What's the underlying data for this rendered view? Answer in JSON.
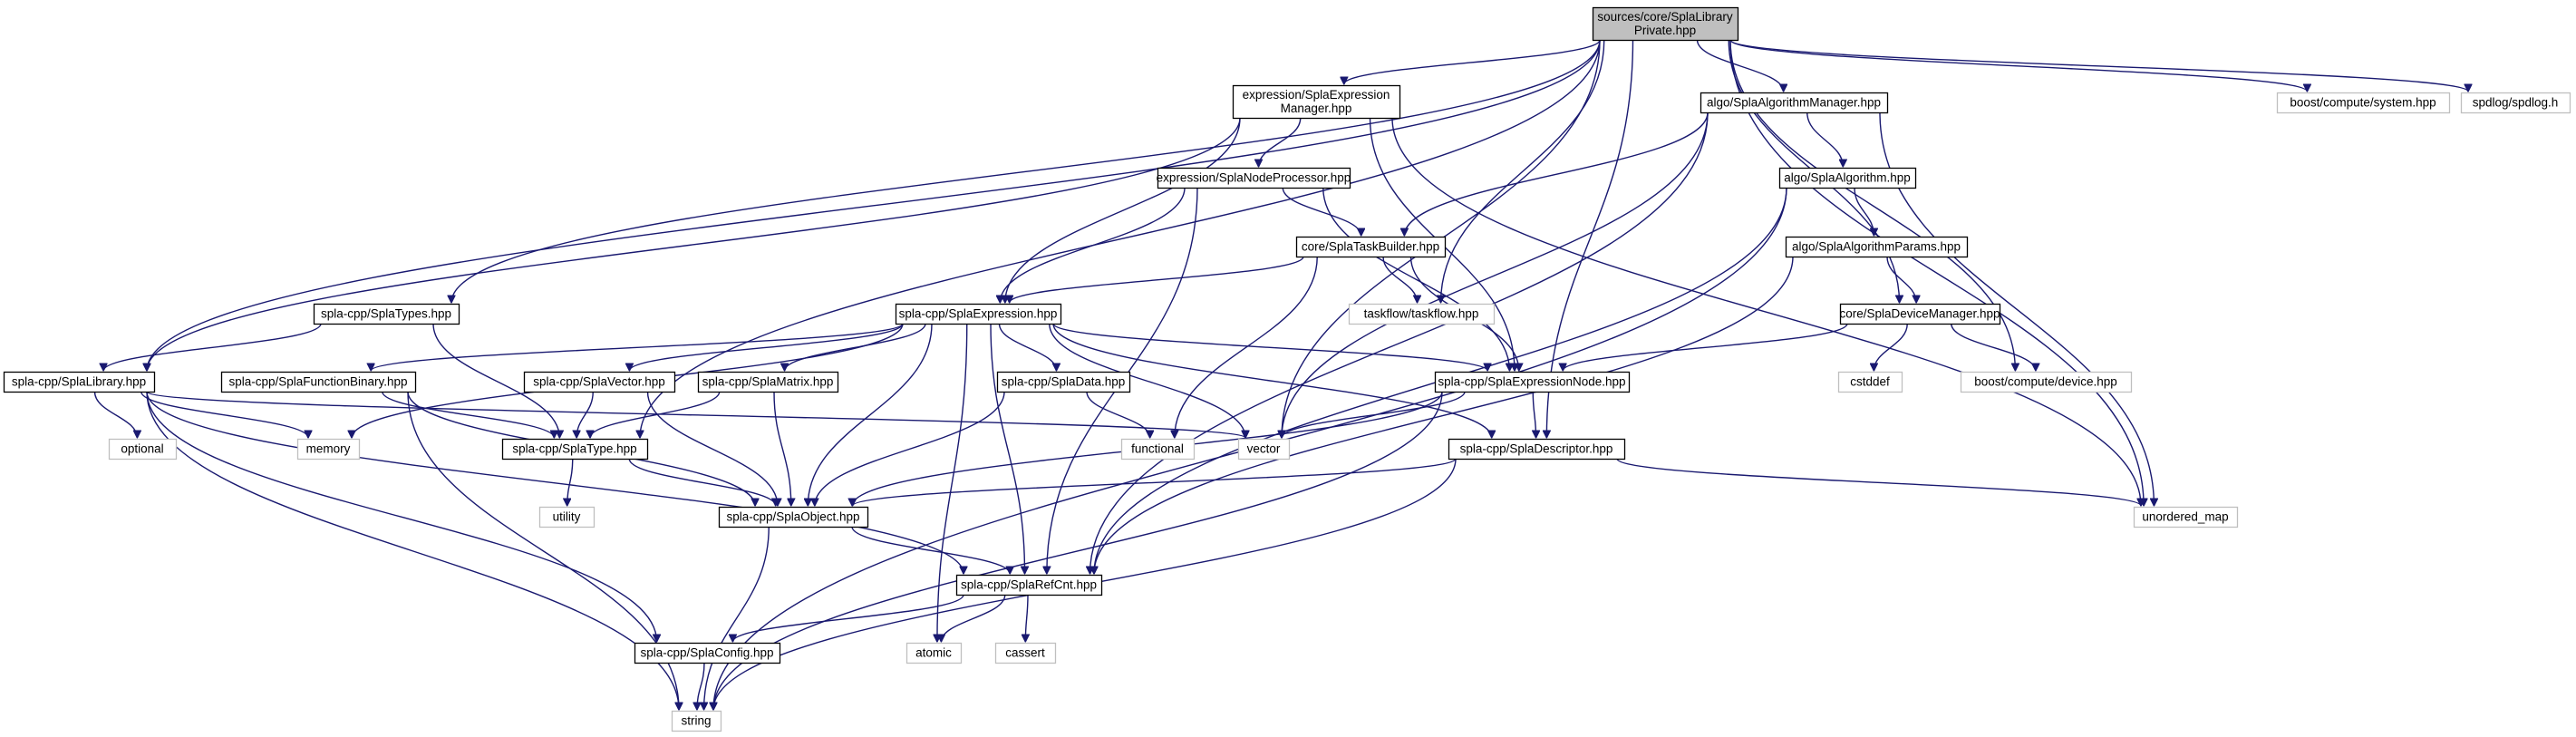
{
  "colors": {
    "edge": "#191970",
    "root_fill": "#bfbfbf",
    "internal_border": "#000000",
    "external_border": "#bfbfbf",
    "background": "#ffffff"
  },
  "nodes": [
    {
      "id": "root",
      "lines": [
        "sources/core/SplaLibrary",
        "Private.hpp"
      ],
      "kind": "root"
    },
    {
      "id": "exprmgr",
      "lines": [
        "expression/SplaExpression",
        "Manager.hpp"
      ],
      "kind": "internal"
    },
    {
      "id": "algomgr",
      "lines": [
        "algo/SplaAlgorithmManager.hpp"
      ],
      "kind": "internal"
    },
    {
      "id": "boostsys",
      "lines": [
        "boost/compute/system.hpp"
      ],
      "kind": "external"
    },
    {
      "id": "spdlog",
      "lines": [
        "spdlog/spdlog.h"
      ],
      "kind": "external"
    },
    {
      "id": "nodeproc",
      "lines": [
        "expression/SplaNodeProcessor.hpp"
      ],
      "kind": "internal"
    },
    {
      "id": "algo",
      "lines": [
        "algo/SplaAlgorithm.hpp"
      ],
      "kind": "internal"
    },
    {
      "id": "taskbuilder",
      "lines": [
        "core/SplaTaskBuilder.hpp"
      ],
      "kind": "internal"
    },
    {
      "id": "algoparams",
      "lines": [
        "algo/SplaAlgorithmParams.hpp"
      ],
      "kind": "internal"
    },
    {
      "id": "types",
      "lines": [
        "spla-cpp/SplaTypes.hpp"
      ],
      "kind": "internal"
    },
    {
      "id": "expression",
      "lines": [
        "spla-cpp/SplaExpression.hpp"
      ],
      "kind": "internal"
    },
    {
      "id": "taskflow",
      "lines": [
        "taskflow/taskflow.hpp"
      ],
      "kind": "external"
    },
    {
      "id": "devmgr",
      "lines": [
        "core/SplaDeviceManager.hpp"
      ],
      "kind": "internal"
    },
    {
      "id": "library",
      "lines": [
        "spla-cpp/SplaLibrary.hpp"
      ],
      "kind": "internal"
    },
    {
      "id": "funcbin",
      "lines": [
        "spla-cpp/SplaFunctionBinary.hpp"
      ],
      "kind": "internal"
    },
    {
      "id": "vectorh",
      "lines": [
        "spla-cpp/SplaVector.hpp"
      ],
      "kind": "internal"
    },
    {
      "id": "matrix",
      "lines": [
        "spla-cpp/SplaMatrix.hpp"
      ],
      "kind": "internal"
    },
    {
      "id": "datah",
      "lines": [
        "spla-cpp/SplaData.hpp"
      ],
      "kind": "internal"
    },
    {
      "id": "exprnode",
      "lines": [
        "spla-cpp/SplaExpressionNode.hpp"
      ],
      "kind": "internal"
    },
    {
      "id": "cstddef",
      "lines": [
        "cstddef"
      ],
      "kind": "external"
    },
    {
      "id": "boostdev",
      "lines": [
        "boost/compute/device.hpp"
      ],
      "kind": "external"
    },
    {
      "id": "optional",
      "lines": [
        "optional"
      ],
      "kind": "external"
    },
    {
      "id": "memory",
      "lines": [
        "memory"
      ],
      "kind": "external"
    },
    {
      "id": "typeh",
      "lines": [
        "spla-cpp/SplaType.hpp"
      ],
      "kind": "internal"
    },
    {
      "id": "functional",
      "lines": [
        "functional"
      ],
      "kind": "external"
    },
    {
      "id": "vector",
      "lines": [
        "vector"
      ],
      "kind": "external"
    },
    {
      "id": "descriptor",
      "lines": [
        "spla-cpp/SplaDescriptor.hpp"
      ],
      "kind": "internal"
    },
    {
      "id": "utility",
      "lines": [
        "utility"
      ],
      "kind": "external"
    },
    {
      "id": "object",
      "lines": [
        "spla-cpp/SplaObject.hpp"
      ],
      "kind": "internal"
    },
    {
      "id": "umap",
      "lines": [
        "unordered_map"
      ],
      "kind": "external"
    },
    {
      "id": "refcnt",
      "lines": [
        "spla-cpp/SplaRefCnt.hpp"
      ],
      "kind": "internal"
    },
    {
      "id": "atomic",
      "lines": [
        "atomic"
      ],
      "kind": "external"
    },
    {
      "id": "cassert",
      "lines": [
        "cassert"
      ],
      "kind": "external"
    },
    {
      "id": "config",
      "lines": [
        "spla-cpp/SplaConfig.hpp"
      ],
      "kind": "internal"
    },
    {
      "id": "string",
      "lines": [
        "string"
      ],
      "kind": "external"
    }
  ],
  "edges": [
    [
      "root",
      "exprmgr"
    ],
    [
      "root",
      "algomgr"
    ],
    [
      "root",
      "boostsys"
    ],
    [
      "root",
      "spdlog"
    ],
    [
      "root",
      "library"
    ],
    [
      "root",
      "types"
    ],
    [
      "root",
      "typeh"
    ],
    [
      "root",
      "vector"
    ],
    [
      "root",
      "taskflow"
    ],
    [
      "root",
      "devmgr"
    ],
    [
      "root",
      "descriptor"
    ],
    [
      "root",
      "boostdev"
    ],
    [
      "root",
      "umap"
    ],
    [
      "exprmgr",
      "nodeproc"
    ],
    [
      "exprmgr",
      "expression"
    ],
    [
      "exprmgr",
      "library"
    ],
    [
      "exprmgr",
      "exprnode"
    ],
    [
      "exprmgr",
      "umap"
    ],
    [
      "algomgr",
      "algo"
    ],
    [
      "algomgr",
      "taskbuilder"
    ],
    [
      "algomgr",
      "vector"
    ],
    [
      "algomgr",
      "refcnt"
    ],
    [
      "algomgr",
      "umap"
    ],
    [
      "nodeproc",
      "taskbuilder"
    ],
    [
      "nodeproc",
      "expression"
    ],
    [
      "nodeproc",
      "exprnode"
    ],
    [
      "nodeproc",
      "refcnt"
    ],
    [
      "algo",
      "algoparams"
    ],
    [
      "algo",
      "refcnt"
    ],
    [
      "algo",
      "string"
    ],
    [
      "taskbuilder",
      "expression"
    ],
    [
      "taskbuilder",
      "taskflow"
    ],
    [
      "taskbuilder",
      "functional"
    ],
    [
      "taskbuilder",
      "exprnode"
    ],
    [
      "algoparams",
      "devmgr"
    ],
    [
      "algoparams",
      "refcnt"
    ],
    [
      "devmgr",
      "exprnode"
    ],
    [
      "devmgr",
      "cstddef"
    ],
    [
      "devmgr",
      "boostdev"
    ],
    [
      "types",
      "library"
    ],
    [
      "types",
      "typeh"
    ],
    [
      "expression",
      "funcbin"
    ],
    [
      "expression",
      "vectorh"
    ],
    [
      "expression",
      "matrix"
    ],
    [
      "expression",
      "datah"
    ],
    [
      "expression",
      "exprnode"
    ],
    [
      "expression",
      "vector"
    ],
    [
      "expression",
      "memory"
    ],
    [
      "expression",
      "object"
    ],
    [
      "expression",
      "refcnt"
    ],
    [
      "expression",
      "atomic"
    ],
    [
      "expression",
      "descriptor"
    ],
    [
      "library",
      "optional"
    ],
    [
      "library",
      "memory"
    ],
    [
      "library",
      "vector"
    ],
    [
      "library",
      "refcnt"
    ],
    [
      "library",
      "config"
    ],
    [
      "library",
      "string"
    ],
    [
      "funcbin",
      "typeh"
    ],
    [
      "funcbin",
      "object"
    ],
    [
      "funcbin",
      "string"
    ],
    [
      "vectorh",
      "typeh"
    ],
    [
      "vectorh",
      "object"
    ],
    [
      "matrix",
      "typeh"
    ],
    [
      "matrix",
      "object"
    ],
    [
      "datah",
      "functional"
    ],
    [
      "datah",
      "object"
    ],
    [
      "exprnode",
      "descriptor"
    ],
    [
      "exprnode",
      "vector"
    ],
    [
      "exprnode",
      "object"
    ],
    [
      "exprnode",
      "string"
    ],
    [
      "descriptor",
      "object"
    ],
    [
      "descriptor",
      "umap"
    ],
    [
      "descriptor",
      "string"
    ],
    [
      "typeh",
      "utility"
    ],
    [
      "typeh",
      "object"
    ],
    [
      "object",
      "refcnt"
    ],
    [
      "object",
      "string"
    ],
    [
      "refcnt",
      "atomic"
    ],
    [
      "refcnt",
      "cassert"
    ],
    [
      "refcnt",
      "config"
    ],
    [
      "config",
      "string"
    ]
  ]
}
